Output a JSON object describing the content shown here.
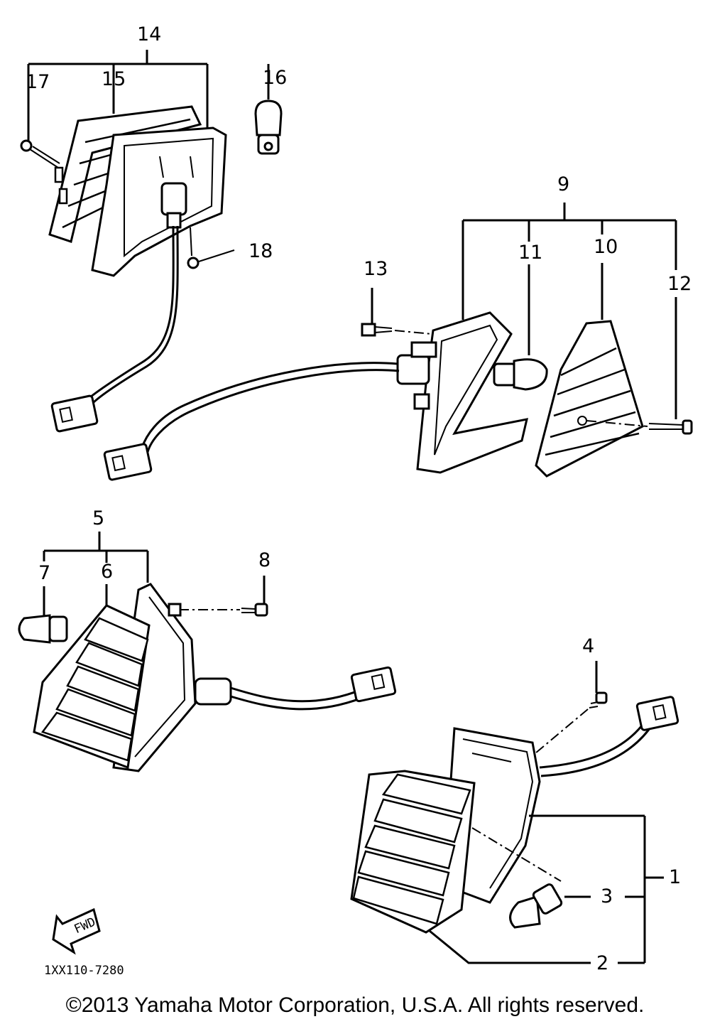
{
  "callouts": {
    "c1": "1",
    "c2": "2",
    "c3": "3",
    "c4": "4",
    "c5": "5",
    "c6": "6",
    "c7": "7",
    "c8": "8",
    "c9": "9",
    "c10": "10",
    "c11": "11",
    "c12": "12",
    "c13": "13",
    "c14": "14",
    "c15": "15",
    "c16": "16",
    "c17": "17",
    "c18": "18"
  },
  "fwd_label": "FWD",
  "diagram_code": "1XX110-7280",
  "copyright": "©2013 Yamaha Motor Corporation, U.S.A. All rights reserved."
}
